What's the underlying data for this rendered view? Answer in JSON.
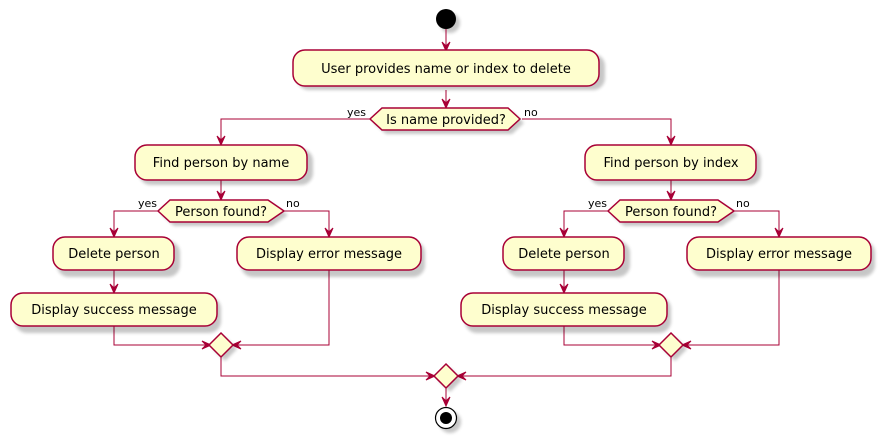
{
  "diagram": {
    "type": "activity",
    "start": "start-node",
    "nodes": {
      "a0": "User provides name or index to delete",
      "d0": "Is name provided?",
      "a1": "Find person by name",
      "d1": "Person found?",
      "a2": "Delete person",
      "a3": "Display success message",
      "a4": "Display error message",
      "a5": "Find person by index",
      "d2": "Person found?",
      "a6": "Delete person",
      "a7": "Display success message",
      "a8": "Display error message"
    },
    "guards": {
      "d0_yes": "yes",
      "d0_no": "no",
      "d1_yes": "yes",
      "d1_no": "no",
      "d2_yes": "yes",
      "d2_no": "no"
    },
    "colors": {
      "activity_fill": "#FEFECE",
      "border": "#A80036",
      "start": "#000000"
    }
  }
}
